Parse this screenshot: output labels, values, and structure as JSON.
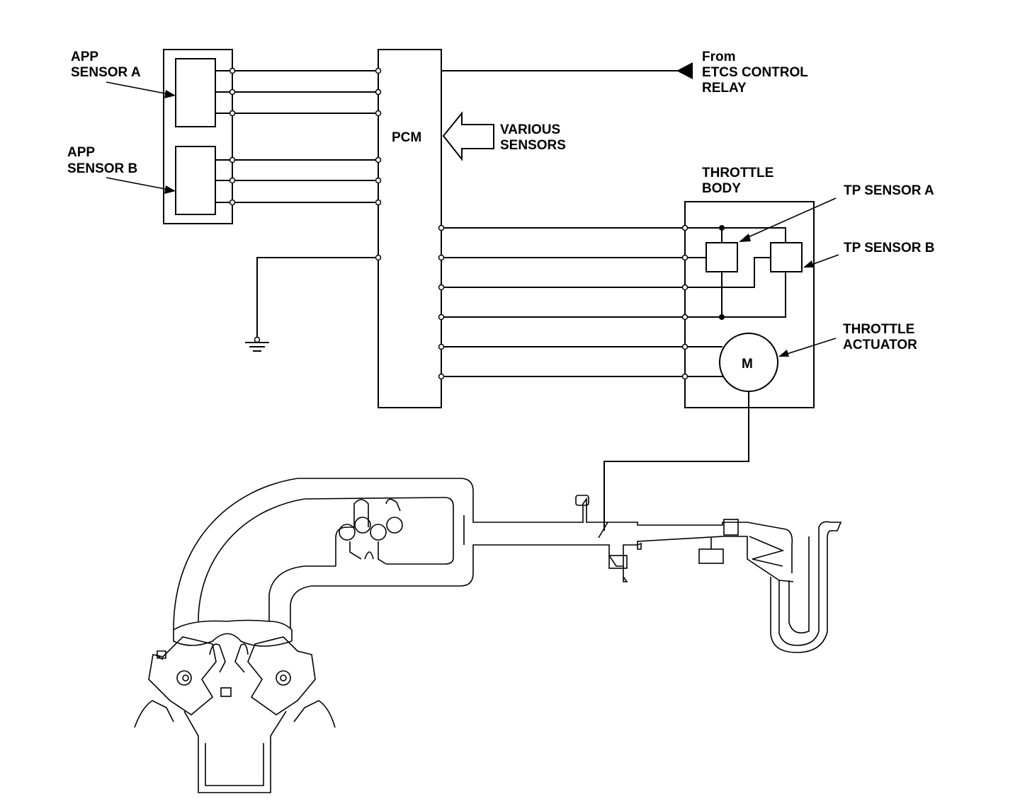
{
  "labels": {
    "app_sensor_a": [
      "APP",
      "SENSOR A"
    ],
    "app_sensor_b": [
      "APP",
      "SENSOR B"
    ],
    "pcm": "PCM",
    "various_sensors": [
      "VARIOUS",
      "SENSORS"
    ],
    "from_relay": [
      "From",
      "ETCS CONTROL",
      "RELAY"
    ],
    "throttle_body": [
      "THROTTLE",
      "BODY"
    ],
    "tp_sensor_a": "TP SENSOR A",
    "tp_sensor_b": "TP SENSOR B",
    "throttle_actuator": [
      "THROTTLE",
      "ACTUATOR"
    ],
    "motor": "M"
  },
  "colors": {
    "ink": "#000000",
    "paper": "#ffffff"
  }
}
